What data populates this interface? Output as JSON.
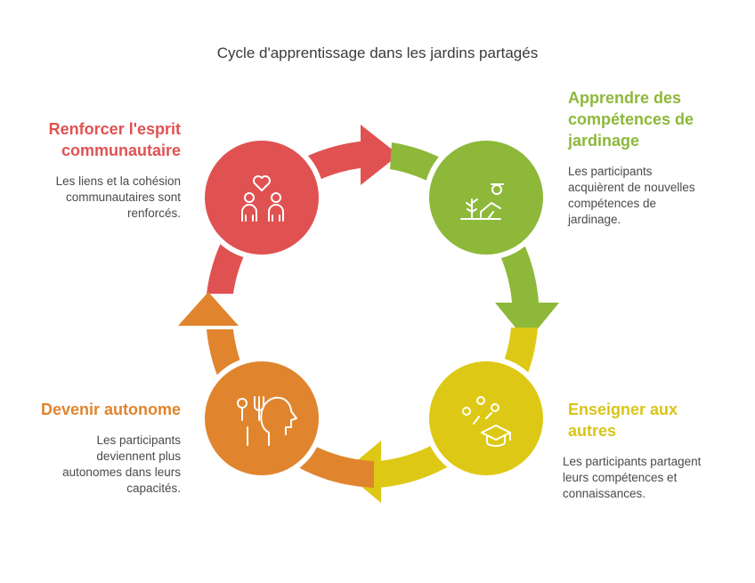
{
  "title": "Cycle d'apprentissage dans les jardins partagés",
  "stages": {
    "community": {
      "title_lines": [
        "Renforcer l'esprit",
        "communautaire"
      ],
      "desc_lines": [
        "Les liens et la cohésion",
        "communautaires sont",
        "renforcés."
      ],
      "color": "#e05252",
      "icon": "community-hearts-icon"
    },
    "learn": {
      "title_lines": [
        "Apprendre des",
        "compétences de",
        "jardinage"
      ],
      "desc_lines": [
        "Les participants",
        "acquièrent de nouvelles",
        "compétences de",
        "jardinage."
      ],
      "color": "#8db83a",
      "icon": "gardener-icon"
    },
    "teach": {
      "title_lines": [
        "Enseigner aux",
        "autres"
      ],
      "desc_lines": [
        "Les participants partagent",
        "leurs compétences et",
        "connaissances."
      ],
      "color": "#ddc915",
      "icon": "graduation-cap-icon"
    },
    "autonomy": {
      "title_lines": [
        "Devenir autonome"
      ],
      "desc_lines": [
        "Les participants",
        "deviennent plus",
        "autonomes dans leurs",
        "capacités."
      ],
      "color": "#e0852e",
      "icon": "independent-mind-icon"
    }
  }
}
